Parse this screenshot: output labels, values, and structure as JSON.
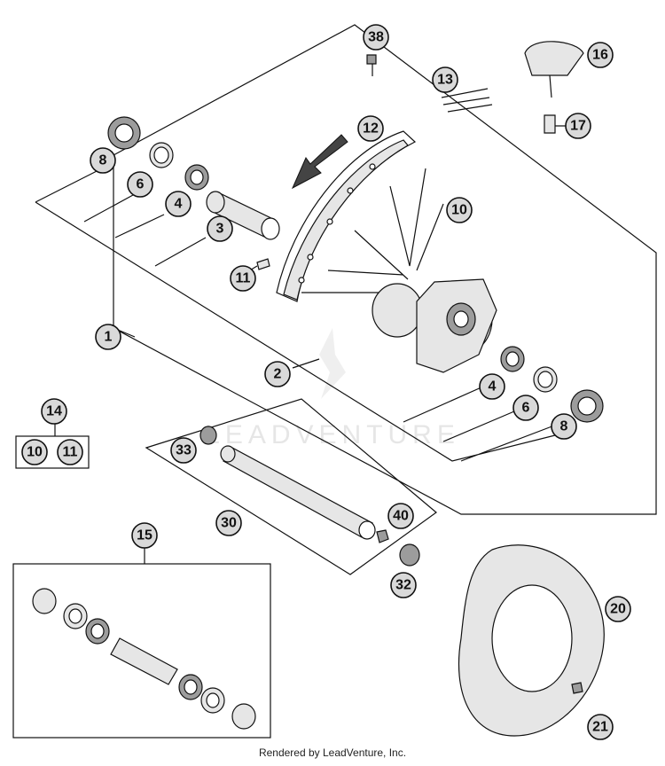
{
  "callouts": {
    "c1": "1",
    "c2": "2",
    "c3": "3",
    "c4a": "4",
    "c4b": "4",
    "c6a": "6",
    "c6b": "6",
    "c8a": "8",
    "c8b": "8",
    "c10a": "10",
    "c10b": "10",
    "c11a": "11",
    "c11b": "11",
    "c12": "12",
    "c13": "13",
    "c14": "14",
    "c15": "15",
    "c16": "16",
    "c17": "17",
    "c20": "20",
    "c21": "21",
    "c30": "30",
    "c32": "32",
    "c33": "33",
    "c38": "38",
    "c40": "40"
  },
  "watermark": "LEADVENTURE",
  "footer": "Rendered by LeadVenture, Inc."
}
